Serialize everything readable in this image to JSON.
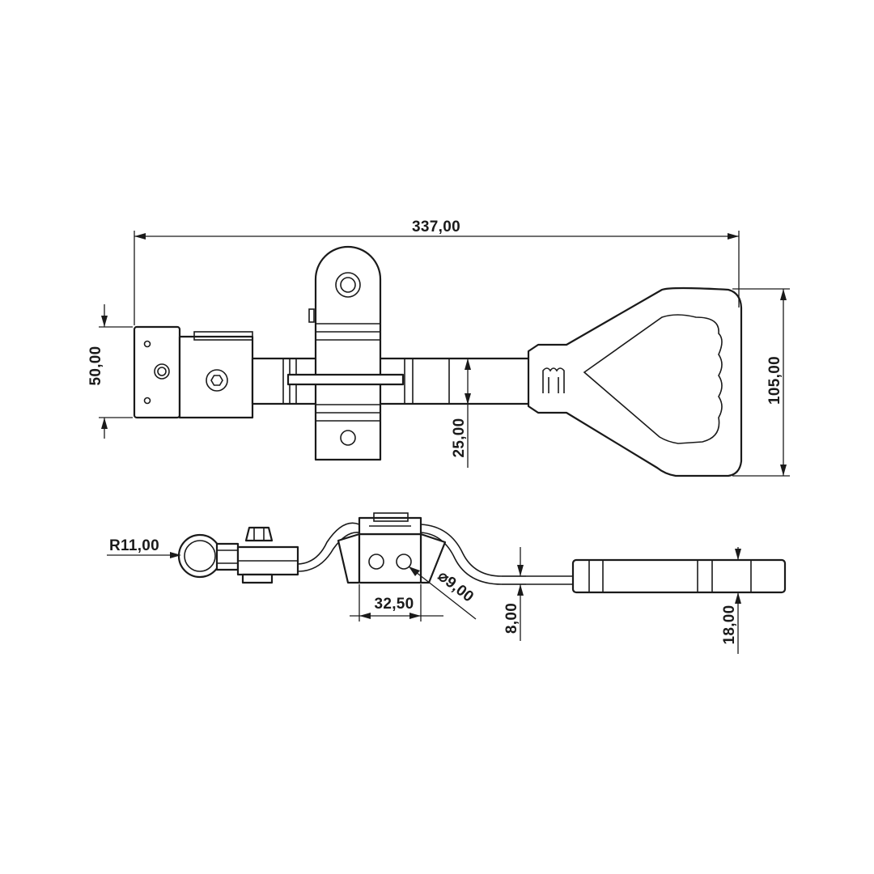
{
  "drawing": {
    "colors": {
      "line": "#1a1a1a",
      "background": "#ffffff"
    },
    "top_view": {
      "overall_length": "337,00",
      "base_height": "50,00",
      "handle_height": "105,00",
      "bar_offset": "25,00"
    },
    "side_view": {
      "hook_radius": "R11,00",
      "hole_spacing": "32,50",
      "hole_diameter": "⌀9,00",
      "bar_thickness": "8,00",
      "handle_thickness": "18,00"
    }
  }
}
